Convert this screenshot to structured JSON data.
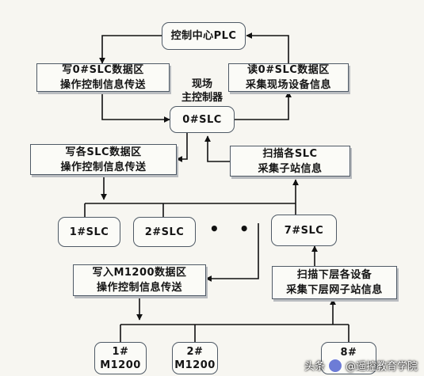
{
  "nodes": {
    "plc": {
      "lines": [
        "控制中心PLC"
      ]
    },
    "write_0_slc": {
      "lines": [
        "写0#SLC数据区",
        "操作控制信息传送"
      ]
    },
    "read_0_slc": {
      "lines": [
        "读0#SLC数据区",
        "采集现场设备信息"
      ]
    },
    "site_master_label": {
      "lines": [
        "现场",
        "主控制器"
      ]
    },
    "slc_0": {
      "lines": [
        "0#SLC"
      ]
    },
    "write_each_slc": {
      "lines": [
        "写各SLC数据区",
        "操作控制信息传送"
      ]
    },
    "scan_each_slc": {
      "lines": [
        "扫描各SLC",
        "采集子站信息"
      ]
    },
    "slc_1": {
      "lines": [
        "1#SLC"
      ]
    },
    "slc_2": {
      "lines": [
        "2#SLC"
      ]
    },
    "ellipsis": "• • •",
    "slc_7": {
      "lines": [
        "7#SLC"
      ]
    },
    "write_m1200": {
      "lines": [
        "写入M1200数据区",
        "操作控制信息传送"
      ]
    },
    "scan_lower": {
      "lines": [
        "扫描下层各设备",
        "采集下层网子站信息"
      ]
    },
    "m1200_1": {
      "lines": [
        "1#",
        "M1200"
      ]
    },
    "m1200_2": {
      "lines": [
        "2#",
        "M1200"
      ]
    },
    "m1200_8": {
      "lines": [
        "8#"
      ]
    }
  },
  "watermark": {
    "prefix": "头条",
    "account": "@遥控教育学院"
  }
}
